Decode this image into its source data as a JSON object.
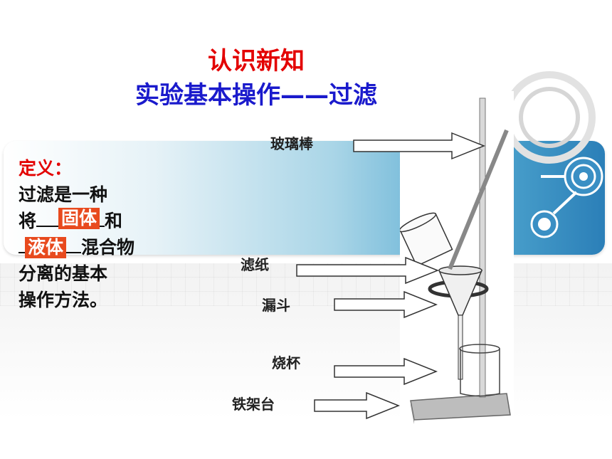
{
  "title": {
    "line1": "认识新知",
    "line2": "实验基本操作——过滤"
  },
  "definition": {
    "heading": "定义：",
    "line1": "过滤是一种",
    "line2_prefix": "将",
    "line2_suffix": "和",
    "line3_suffix": "混合物",
    "line4": "分离的基本",
    "line5": "操作方法。",
    "answer1": "固体",
    "answer2": "液体"
  },
  "labels": {
    "glass_rod": "玻璃棒",
    "filter_paper": "滤纸",
    "funnel": "漏斗",
    "beaker": "烧杯",
    "iron_stand": "铁架台"
  }
}
